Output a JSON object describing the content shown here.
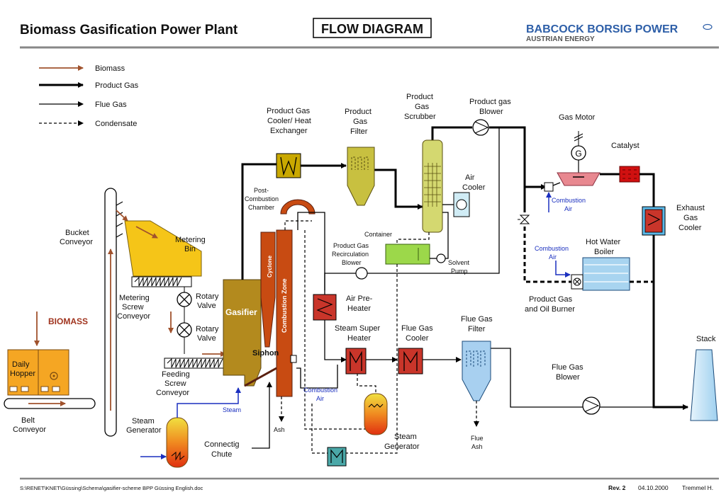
{
  "header": {
    "title": "Biomass Gasification Power Plant",
    "diagram_title": "FLOW DIAGRAM",
    "brand": "BABCOCK BORSIG POWER",
    "brand_sub": "AUSTRIAN ENERGY"
  },
  "legend": [
    {
      "label": "Biomass",
      "style": "biomass",
      "color": "#a0522d"
    },
    {
      "label": "Product Gas",
      "style": "product-gas"
    },
    {
      "label": "Flue Gas",
      "style": "flue-gas"
    },
    {
      "label": "Condensate",
      "style": "condensate"
    }
  ],
  "labels": {
    "biomass": "BIOMASS",
    "daily_hopper_1": "Daily",
    "daily_hopper_2": "Hopper",
    "belt_conveyor_1": "Belt",
    "belt_conveyor_2": "Conveyor",
    "bucket_conveyor_1": "Bucket",
    "bucket_conveyor_2": "Conveyor",
    "metering_bin_1": "Metering",
    "metering_bin_2": "Bin",
    "metering_screw_1": "Metering",
    "metering_screw_2": "Screw",
    "metering_screw_3": "Conveyor",
    "rotary_valve_1a": "Rotary",
    "rotary_valve_1b": "Valve",
    "rotary_valve_2a": "Rotary",
    "rotary_valve_2b": "Valve",
    "feeding_screw_1": "Feeding",
    "feeding_screw_2": "Screw",
    "feeding_screw_3": "Conveyor",
    "steam_gen_left_1": "Steam",
    "steam_gen_left_2": "Generator",
    "steam": "Steam",
    "connecting_chute_1": "Connectig",
    "connecting_chute_2": "Chute",
    "gasifier": "Gasifier",
    "siphon": "Siphon",
    "cyclone": "Cyclone",
    "combustion_zone": "Combustion Zone",
    "post_combustion_1": "Post-",
    "post_combustion_2": "Combustion",
    "post_combustion_3": "Chamber",
    "ash": "Ash",
    "pg_cooler_1": "Product Gas",
    "pg_cooler_2": "Cooler/ Heat",
    "pg_cooler_3": "Exchanger",
    "pg_filter_1": "Product",
    "pg_filter_2": "Gas",
    "pg_filter_3": "Filter",
    "pg_scrubber_1": "Product",
    "pg_scrubber_2": "Gas",
    "pg_scrubber_3": "Scrubber",
    "pg_blower_1": "Product gas",
    "pg_blower_2": "Blower",
    "air_cooler_1": "Air",
    "air_cooler_2": "Cooler",
    "container": "Container",
    "solvent_pump_1": "Solvent",
    "solvent_pump_2": "Pump",
    "recirc_blower_1": "Product Gas",
    "recirc_blower_2": "Recirculation",
    "recirc_blower_3": "Blower",
    "air_preheater_1": "Air Pre-",
    "air_preheater_2": "Heater",
    "steam_superheater_1": "Steam Super",
    "steam_superheater_2": "Heater",
    "flue_gas_cooler_1": "Flue Gas",
    "flue_gas_cooler_2": "Cooler",
    "flue_gas_filter_1": "Flue Gas",
    "flue_gas_filter_2": "Filter",
    "flue_ash_1": "Flue",
    "flue_ash_2": "Ash",
    "flue_gas_blower_1": "Flue Gas",
    "flue_gas_blower_2": "Blower",
    "combustion_air_1": "Combustion",
    "combustion_air_2": "Air",
    "steam_gen_right_1": "Steam",
    "steam_gen_right_2": "Generator",
    "gas_motor": "Gas Motor",
    "generator_symbol": "G",
    "catalyst": "Catalyst",
    "exhaust_cooler_1": "Exhaust",
    "exhaust_cooler_2": "Gas",
    "exhaust_cooler_3": "Cooler",
    "motor_air_1": "Combustion",
    "motor_air_2": "Air",
    "boiler_air_1": "Combustion",
    "boiler_air_2": "Air",
    "hot_water_1": "Hot Water",
    "hot_water_2": "Boiler",
    "burner_1": "Product Gas",
    "burner_2": "and Oil Burner",
    "stack": "Stack"
  },
  "footer": {
    "path": "S:\\RENET\\KNET\\Güssing\\Schema\\gasifier-scheme BPP Güssing English.doc",
    "rev": "Rev. 2",
    "date": "04.10.2000",
    "author": "Tremmel H."
  },
  "colors": {
    "biomass_line": "#a0522d",
    "air_line": "#1a2fbf",
    "hopper": "#f5a623",
    "metering_bin": "#f5c518",
    "gasifier": "#b38a1e",
    "combustion_zone": "#c84b12",
    "heat_exchanger": "#c9352a",
    "pg_cooler": "#c9a800",
    "pg_filter": "#c8c040",
    "scrubber": "#d4d870",
    "container": "#9cd84a",
    "flue_filter": "#a8d0f0",
    "boiler": "#a8d4f0",
    "catalyst": "#d01010",
    "stack": "#b8dff5",
    "brand": "#2e5fa8"
  }
}
